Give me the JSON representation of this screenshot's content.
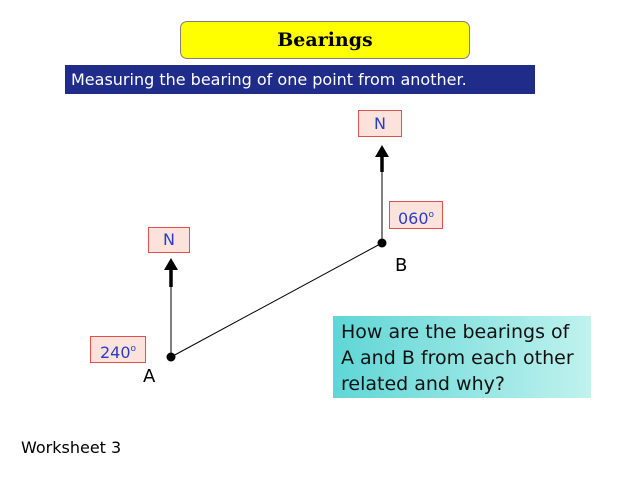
{
  "header": {
    "title": "Bearings"
  },
  "subtitle": "Measuring the bearing of one point from another.",
  "diagram": {
    "north_label": "N",
    "point_a": {
      "label": "A",
      "bearing": "240",
      "degree_symbol": "o"
    },
    "point_b": {
      "label": "B",
      "bearing": "060",
      "degree_symbol": "o"
    }
  },
  "question": {
    "lines": [
      "How are the bearings of",
      "A and B from each other",
      "related and why?"
    ]
  },
  "footer": "Worksheet 3",
  "colors": {
    "title_bg": "#ffff00",
    "subtitle_bg": "#1f2c8a",
    "tag_bg": "#fbe3dc",
    "tag_border": "#e05050",
    "tag_text": "#2a3cc4",
    "question_bg": "#5fd6d6"
  }
}
